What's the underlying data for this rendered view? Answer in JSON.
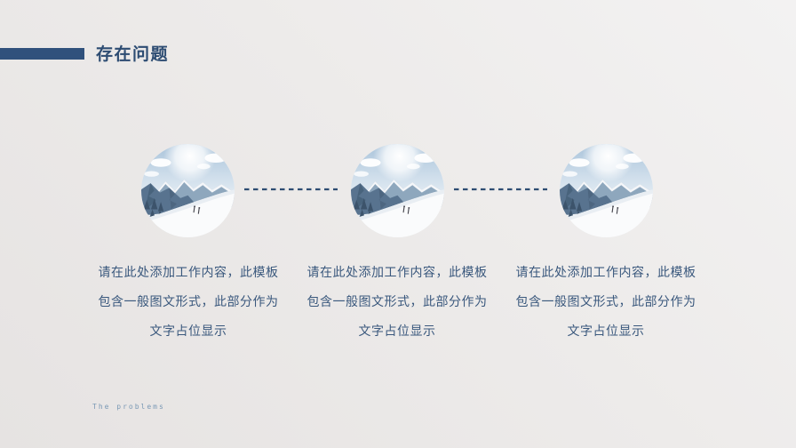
{
  "slide": {
    "title": "存在问题",
    "footer": "The problems",
    "accent_color": "#30517c",
    "text_color": "#3a587d",
    "background_top_right": "#f3f2f2",
    "background_bottom_left": "#e6e3e2",
    "connector_color": "#2e4d72",
    "items": [
      {
        "image": "snow-mountain-skiers-photo",
        "lines": [
          "请在此处添加工作内容，此模板",
          "包含一般图文形式，此部分作为",
          "文字占位显示"
        ]
      },
      {
        "image": "snow-mountain-skiers-photo",
        "lines": [
          "请在此处添加工作内容，此模板",
          "包含一般图文形式，此部分作为",
          "文字占位显示"
        ]
      },
      {
        "image": "snow-mountain-skiers-photo",
        "lines": [
          "请在此处添加工作内容，此模板",
          "包含一般图文形式，此部分作为",
          "文字占位显示"
        ]
      }
    ]
  }
}
